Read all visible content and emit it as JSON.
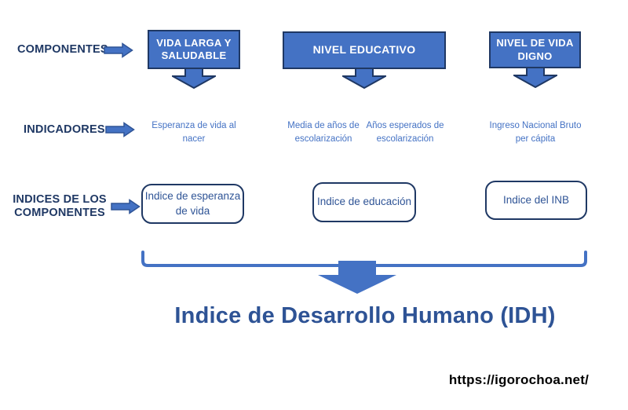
{
  "diagram": {
    "row_labels": [
      {
        "label": "COMPONENTES"
      },
      {
        "label": "INDICADORES"
      },
      {
        "label": "INDICES DE LOS COMPONENTES"
      }
    ],
    "columns": [
      {
        "component": "VIDA LARGA Y SALUDABLE",
        "indicators": [
          "Esperanza de vida al nacer"
        ],
        "index": "Indice de esperanza de vida"
      },
      {
        "component": "NIVEL EDUCATIVO",
        "indicators": [
          "Media de años de escolarización",
          "Años esperados de escolarización"
        ],
        "index": "Indice de educación"
      },
      {
        "component": "NIVEL DE VIDA DIGNO",
        "indicators": [
          "Ingreso Nacional Bruto per cápita"
        ],
        "index": "Indice del INB"
      }
    ],
    "title": "Indice de Desarrollo Humano (IDH)",
    "watermark": "https://igorochoa.net/",
    "colors": {
      "box_fill": "#4472C4",
      "box_border": "#1F3864",
      "label_text": "#1F3864",
      "indicator_text": "#4472C4",
      "title_text": "#2E5395",
      "watermark_text": "#000000"
    }
  }
}
